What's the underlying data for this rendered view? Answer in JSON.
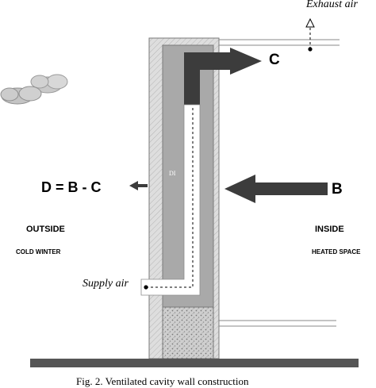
{
  "labels": {
    "exhaust_air": "Exhaust air",
    "supply_air": "Supply air",
    "c": "C",
    "b": "B",
    "equation": "D = B - C",
    "wall_code": "DI",
    "outside": "OUTSIDE",
    "cold_winter": "COLD WINTER",
    "inside": "INSIDE",
    "heated_space": "HEATED SPACE",
    "caption": "Fig. 2. Ventilated cavity wall construction"
  },
  "colors": {
    "wall_outer": "#d7d7d7",
    "wall_cavity": "#a9a9a9",
    "dark_duct": "#3c3c3c",
    "supply_duct": "#ffffff",
    "ground": "#555555",
    "arrow": "#3c3c3c"
  }
}
